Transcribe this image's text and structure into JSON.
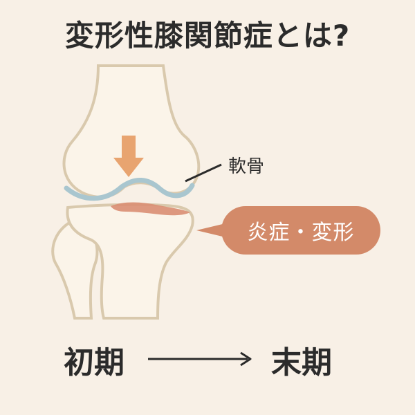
{
  "title": "変形性膝関節症とは?",
  "labels": {
    "cartilage": "軟骨",
    "inflammation": "炎症・変形"
  },
  "progression": {
    "start": "初期",
    "end": "末期"
  },
  "colors": {
    "background": "#f8f0e6",
    "bone_fill": "#fbf4e9",
    "bone_outline": "#d9c9ad",
    "cartilage": "#a9c6cf",
    "damage": "#d98e73",
    "pressure_arrow": "#e8a470",
    "bubble": "#d38a69",
    "text": "#2b2b2b"
  },
  "icons": {
    "pressure": "down-arrow-icon",
    "progression": "right-arrow-icon"
  }
}
